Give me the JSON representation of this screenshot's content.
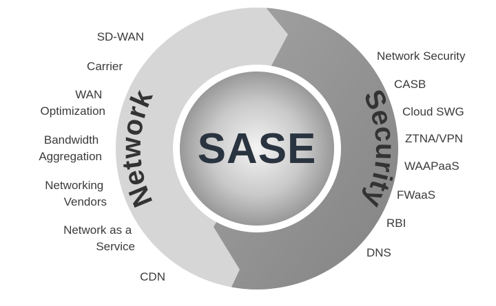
{
  "diagram": {
    "core_label": "SASE",
    "left_segment": {
      "label": "Network",
      "color": "#d6d6d6",
      "items": [
        [
          "SD-WAN"
        ],
        [
          "Carrier"
        ],
        [
          "WAN",
          "Optimization"
        ],
        [
          "Bandwidth",
          "Aggregation"
        ],
        [
          "Networking",
          "Vendors"
        ],
        [
          "Network as a",
          "Service"
        ],
        [
          "CDN"
        ]
      ]
    },
    "right_segment": {
      "label": "Security",
      "color": "#8e8e8e",
      "items": [
        "Network Security",
        "CASB",
        "Cloud SWG",
        "ZTNA/VPN",
        "WAAPaaS",
        "FWaaS",
        "RBI",
        "DNS"
      ]
    }
  }
}
